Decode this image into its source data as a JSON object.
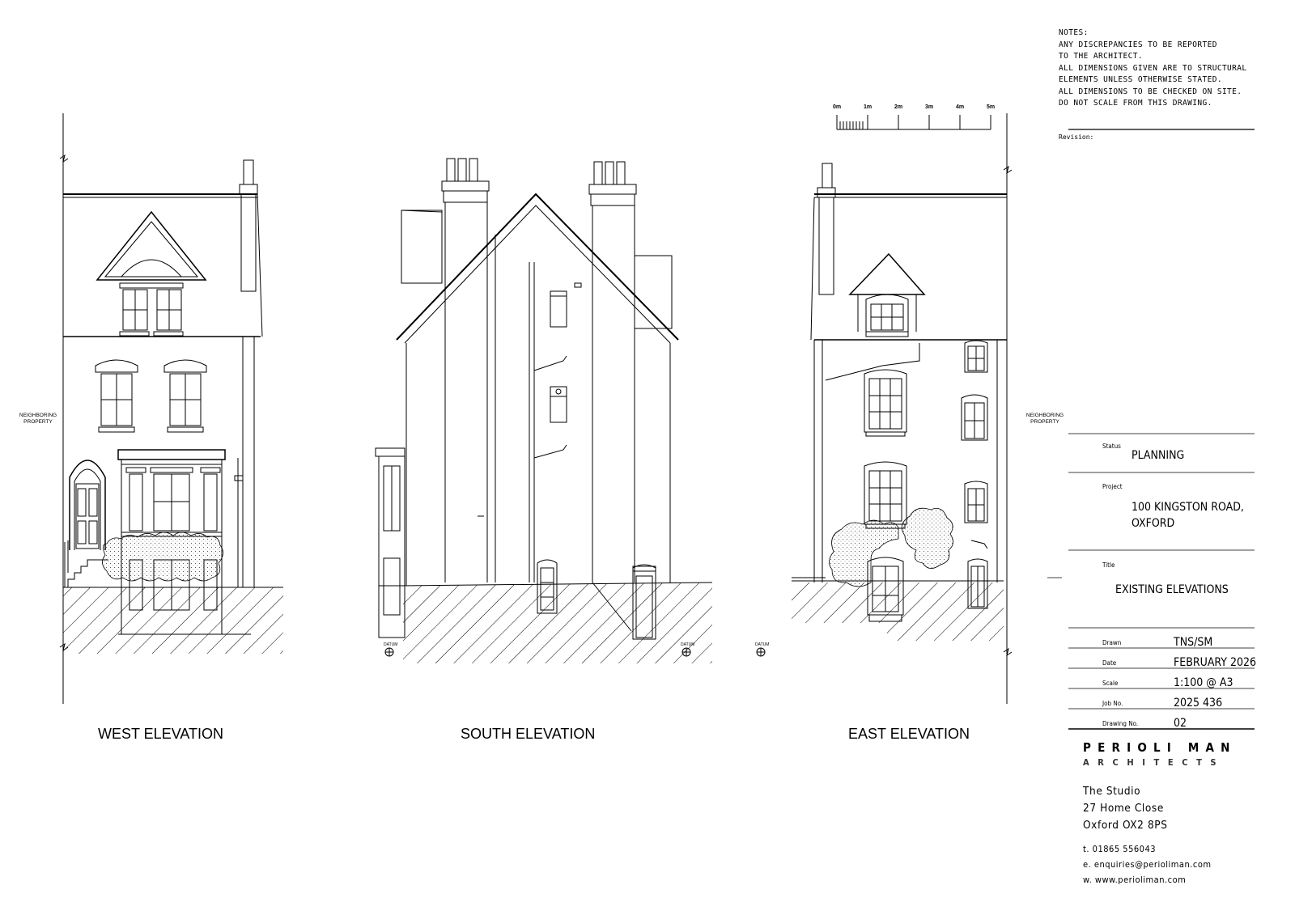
{
  "notes": {
    "heading": "NOTES:",
    "lines": [
      "ANY DISCREPANCIES TO BE REPORTED",
      "TO THE ARCHITECT.",
      "ALL DIMENSIONS GIVEN ARE TO STRUCTURAL",
      "ELEMENTS UNLESS OTHERWISE STATED.",
      "ALL DIMENSIONS TO BE CHECKED ON SITE.",
      "DO NOT SCALE FROM THIS DRAWING."
    ]
  },
  "revision_label": "Revision:",
  "scale_bar": {
    "labels": [
      "0m",
      "1m",
      "2m",
      "3m",
      "4m",
      "5m"
    ]
  },
  "title_block": {
    "status_label": "Status",
    "status_value": "PLANNING",
    "project_label": "Project",
    "project_line1": "100 KINGSTON ROAD,",
    "project_line2": "OXFORD",
    "title_label": "Title",
    "title_value": "EXISTING ELEVATIONS",
    "drawn_label": "Drawn",
    "drawn_value": "TNS/SM",
    "date_label": "Date",
    "date_value": "FEBRUARY 2026",
    "scale_label": "Scale",
    "scale_value": "1:100 @ A3",
    "job_label": "Job No.",
    "job_value": "2025 436",
    "drawing_label": "Drawing No.",
    "drawing_value": "02"
  },
  "firm": {
    "name": "PERIOLI MAN",
    "sub": "ARCHITECTS",
    "address": [
      "The Studio",
      "27 Home Close",
      "Oxford OX2 8PS"
    ],
    "phone": "t. 01865 556043",
    "email": "e. enquiries@perioliman.com",
    "web": "w. www.perioliman.com"
  },
  "elevations": {
    "west": "WEST ELEVATION",
    "south": "SOUTH ELEVATION",
    "east": "EAST ELEVATION"
  },
  "neighboring": {
    "line1": "NEIGHBORING",
    "line2": "PROPERTY"
  },
  "datum_label": "DATUM"
}
